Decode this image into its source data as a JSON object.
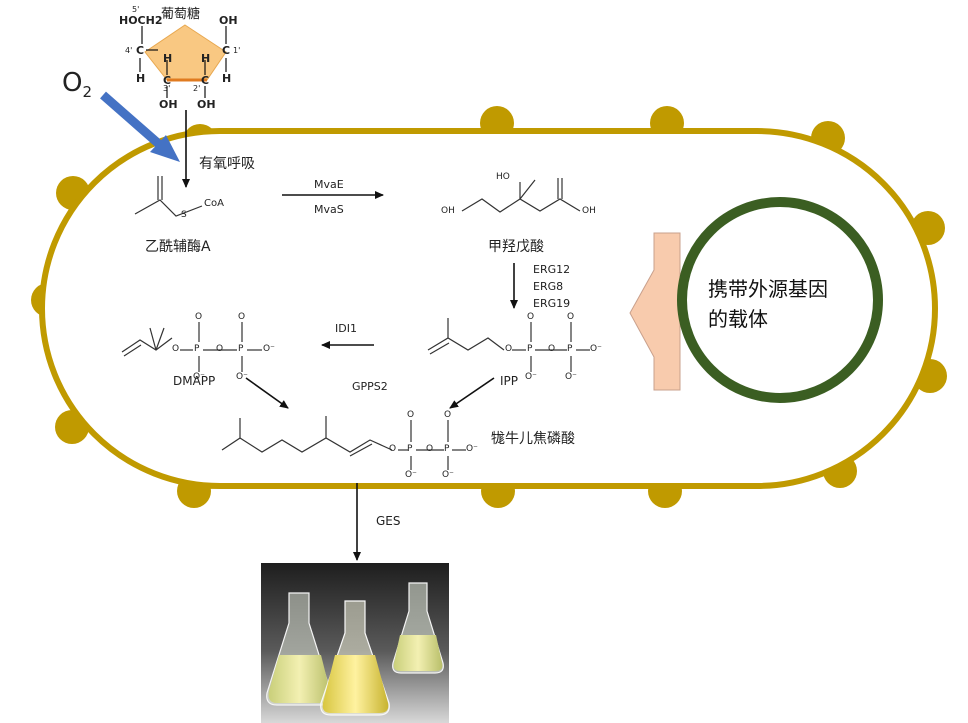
{
  "glucose": {
    "name": "葡萄糖",
    "atoms": {
      "c5": "5'",
      "c4": "4'",
      "c3": "3'",
      "c2": "2'",
      "c1": "1'",
      "hoch2": "HOCH2",
      "oh": "OH",
      "h": "H",
      "c": "C"
    }
  },
  "oxygen": {
    "symbol": "O",
    "subscript": "2"
  },
  "steps": {
    "aerobic_respiration": "有氧呼吸",
    "acetyl_coa": "乙酰辅酶A",
    "acetyl_coa_group": "CoA",
    "acetyl_coa_s": "S",
    "mvae": "MvaE",
    "mvas": "MvaS",
    "mevalonate": "甲羟戊酸",
    "mevalonate_ho": "HO",
    "mevalonate_oh1": "OH",
    "mevalonate_oh2": "OH",
    "erg12": "ERG12",
    "erg8": "ERG8",
    "erg19": "ERG19",
    "ipp": "IPP",
    "idi1": "IDI1",
    "dmapp": "DMAPP",
    "gpps2": "GPPS2",
    "gpp": "牻牛儿焦磷酸",
    "ges": "GES"
  },
  "phosphate_atoms": {
    "o": "O",
    "p": "P",
    "o_minus": "O⁻"
  },
  "vector": {
    "line1": "携带外源基因",
    "line2": "的载体"
  },
  "colors": {
    "cell_outline": "#c09a00",
    "cell_bumps": "#c09a00",
    "o2_arrow": "#4472c4",
    "glucose_ring": "#f9c882",
    "big_arrow": "#f8cbad",
    "plasmid_ring": "#3b5e22"
  },
  "icons": {
    "product_photo": "flasks-photo",
    "big_arrow": "left-arrow-icon",
    "plasmid": "plasmid-ring-icon"
  }
}
